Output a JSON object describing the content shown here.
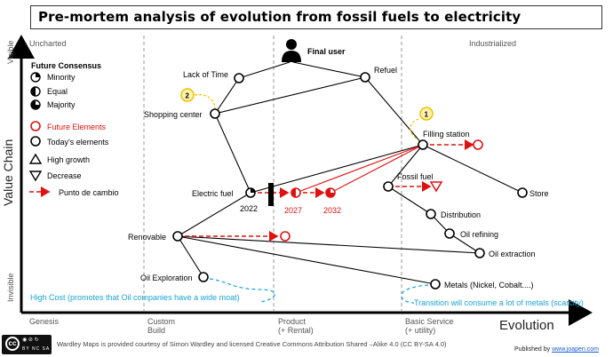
{
  "title": "Pre-mortem analysis of evolution from fossil fuels to electricity",
  "axes": {
    "y_label": "Value Chain",
    "y_top": "Visible",
    "y_bottom": "Invisible",
    "x_label": "Evolution",
    "stages_top": [
      "Uncharted",
      "Industrialized"
    ],
    "stages_bottom": [
      "Genesis",
      "Custom\nBuild",
      "Product\n(+ Rental)",
      "Basic Service\n(+ utility)"
    ]
  },
  "legend": {
    "consensus_title": "Future Consensus",
    "consensus_items": [
      "Minority",
      "Equal",
      "Majority"
    ],
    "future_elements": "Future Elements",
    "todays_elements": "Today's elements",
    "high_growth": "High growth",
    "decrease": "Decrease",
    "punto": "Punto de cambio"
  },
  "nodes": {
    "final_user": "Final user",
    "lack_of_time": "Lack of Time",
    "refuel": "Refuel",
    "shopping_center": "Shopping center",
    "filling_station": "Filling station",
    "electric_fuel": "Electric fuel",
    "fossil_fuel": "Fossil fuel",
    "store": "Store",
    "distribution": "Distribution",
    "oil_refining": "Oil refining",
    "oil_extraction": "Oil extraction",
    "renovable": "Renovable",
    "oil_exploration": "Oil Exploration",
    "metals": "Metals (Nickel, Cobalt....)"
  },
  "years": [
    "2022",
    "2027",
    "2032"
  ],
  "markers": [
    "1",
    "2"
  ],
  "notes": {
    "high_cost": "High Cost (promotes that Oil companies have a wide moat)",
    "transition": "Transition will consume a lot of metals (scarcity)"
  },
  "footer": {
    "cc_badge": "cc",
    "cc_flags": "BY  NC  SA",
    "credit": "Wardley Maps is provided courtesy of Simon Wardley and licensed  Creative Commons Attribution Shared –Alike 4.0 (CC BY-SA 4.0)",
    "published_prefix": "Published by ",
    "published_link": "www.joapen.com"
  },
  "colors": {
    "future": "#e01010",
    "note": "#1aa3d6",
    "marker": "#f0c000",
    "dashed_grid": "#999999"
  }
}
